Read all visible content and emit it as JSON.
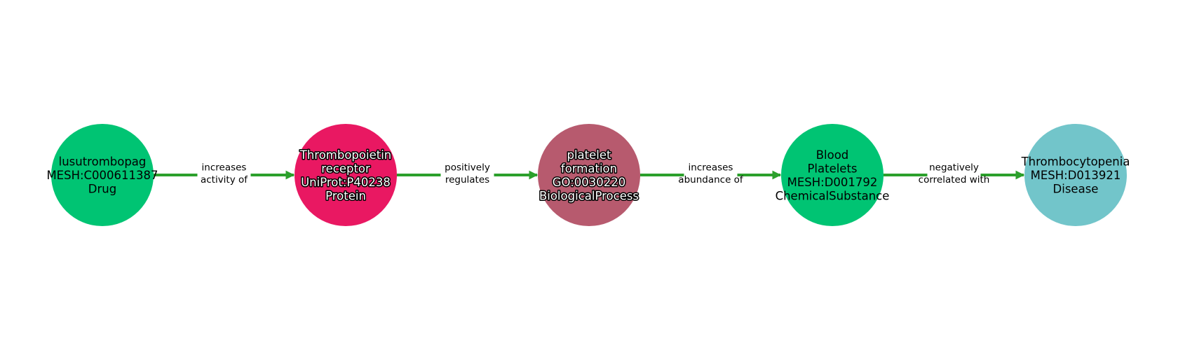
{
  "graph": {
    "edge_color": "#2ca02c",
    "nodes": [
      {
        "lines": [
          "lusutrombopag",
          "MESH:C000611387",
          "Drug"
        ],
        "color": "#00c473",
        "outlined": false
      },
      {
        "lines": [
          "Thrombopoietin",
          "receptor",
          "UniProt:P40238",
          "Protein"
        ],
        "color": "#e91862",
        "outlined": true
      },
      {
        "lines": [
          "platelet",
          "formation",
          "GO:0030220",
          "BiologicalProcess"
        ],
        "color": "#b75a6e",
        "outlined": true
      },
      {
        "lines": [
          "Blood",
          "Platelets",
          "MESH:D001792",
          "ChemicalSubstance"
        ],
        "color": "#00c473",
        "outlined": false
      },
      {
        "lines": [
          "Thrombocytopenia",
          "MESH:D013921",
          "Disease"
        ],
        "color": "#72c5ca",
        "outlined": false
      }
    ],
    "edges": [
      {
        "source": 0,
        "target": 1,
        "lines": [
          "increases",
          "activity of"
        ]
      },
      {
        "source": 1,
        "target": 2,
        "lines": [
          "positively",
          "regulates"
        ]
      },
      {
        "source": 2,
        "target": 3,
        "lines": [
          "increases",
          "abundance of"
        ]
      },
      {
        "source": 3,
        "target": 4,
        "lines": [
          "negatively",
          "correlated with"
        ]
      }
    ]
  }
}
